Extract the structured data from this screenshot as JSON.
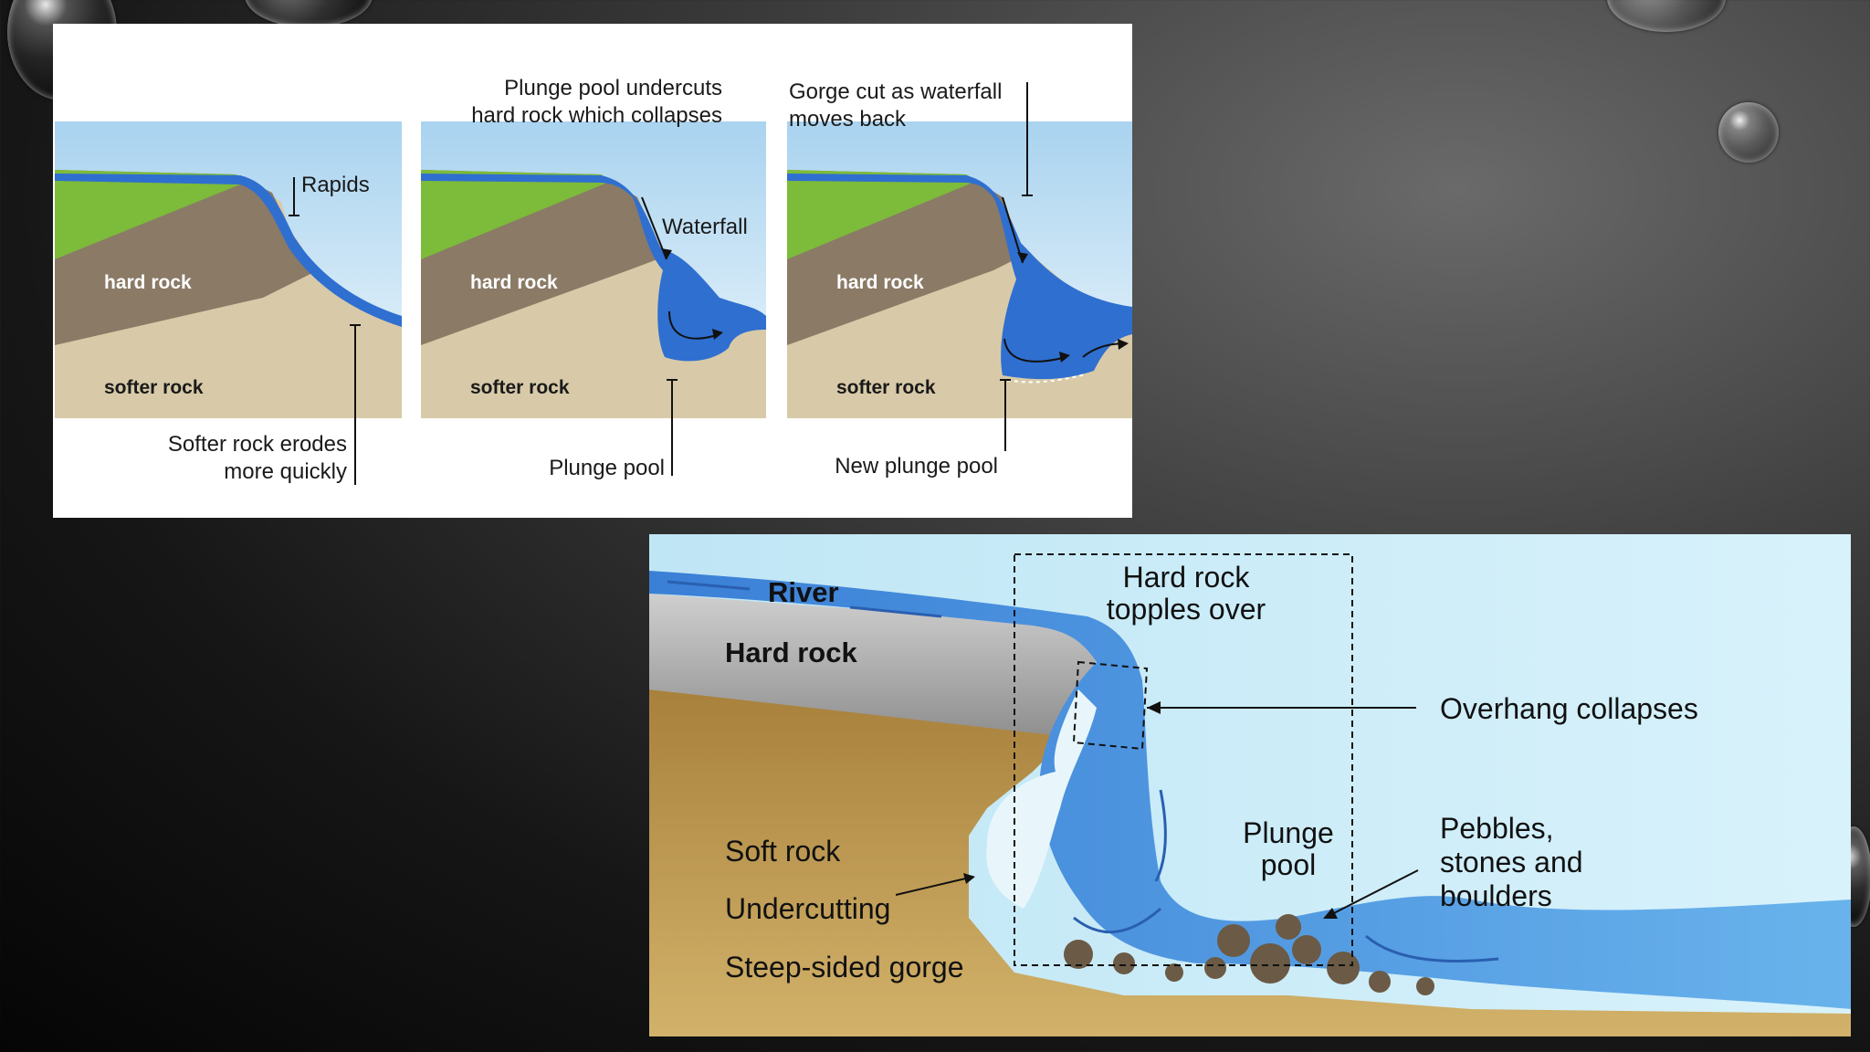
{
  "top_diagram": {
    "panels": [
      {
        "top_label": "",
        "side_label": "Rapids",
        "rock_hard": "hard rock",
        "rock_soft": "softer rock",
        "bottom_label_1": "Softer rock erodes",
        "bottom_label_2": "more quickly"
      },
      {
        "top_label_1": "Plunge pool undercuts",
        "top_label_2": "hard rock which collapses",
        "side_label": "Waterfall",
        "rock_hard": "hard rock",
        "rock_soft": "softer rock",
        "bottom_label": "Plunge pool"
      },
      {
        "top_label_1": "Gorge cut as waterfall",
        "top_label_2": "moves back",
        "rock_hard": "hard rock",
        "rock_soft": "softer rock",
        "bottom_label": "New plunge pool"
      }
    ]
  },
  "bottom_diagram": {
    "river": "River",
    "hard_rock": "Hard rock",
    "topples_1": "Hard rock",
    "topples_2": "topples over",
    "overhang": "Overhang collapses",
    "plunge_1": "Plunge",
    "plunge_2": "pool",
    "pebbles_1": "Pebbles,",
    "pebbles_2": "stones and",
    "pebbles_3": "boulders",
    "soft_rock": "Soft rock",
    "undercutting": "Undercutting",
    "gorge": "Steep-sided gorge"
  },
  "colors": {
    "sky_top": "#a9d3ef",
    "water": "#2f6fd0",
    "grass": "#7dbb3a",
    "hard_rock": "#8a7a66",
    "soft_rock": "#d8caa8",
    "gorge_soil": "#b9924a",
    "caprock": "#9a9a9a"
  }
}
